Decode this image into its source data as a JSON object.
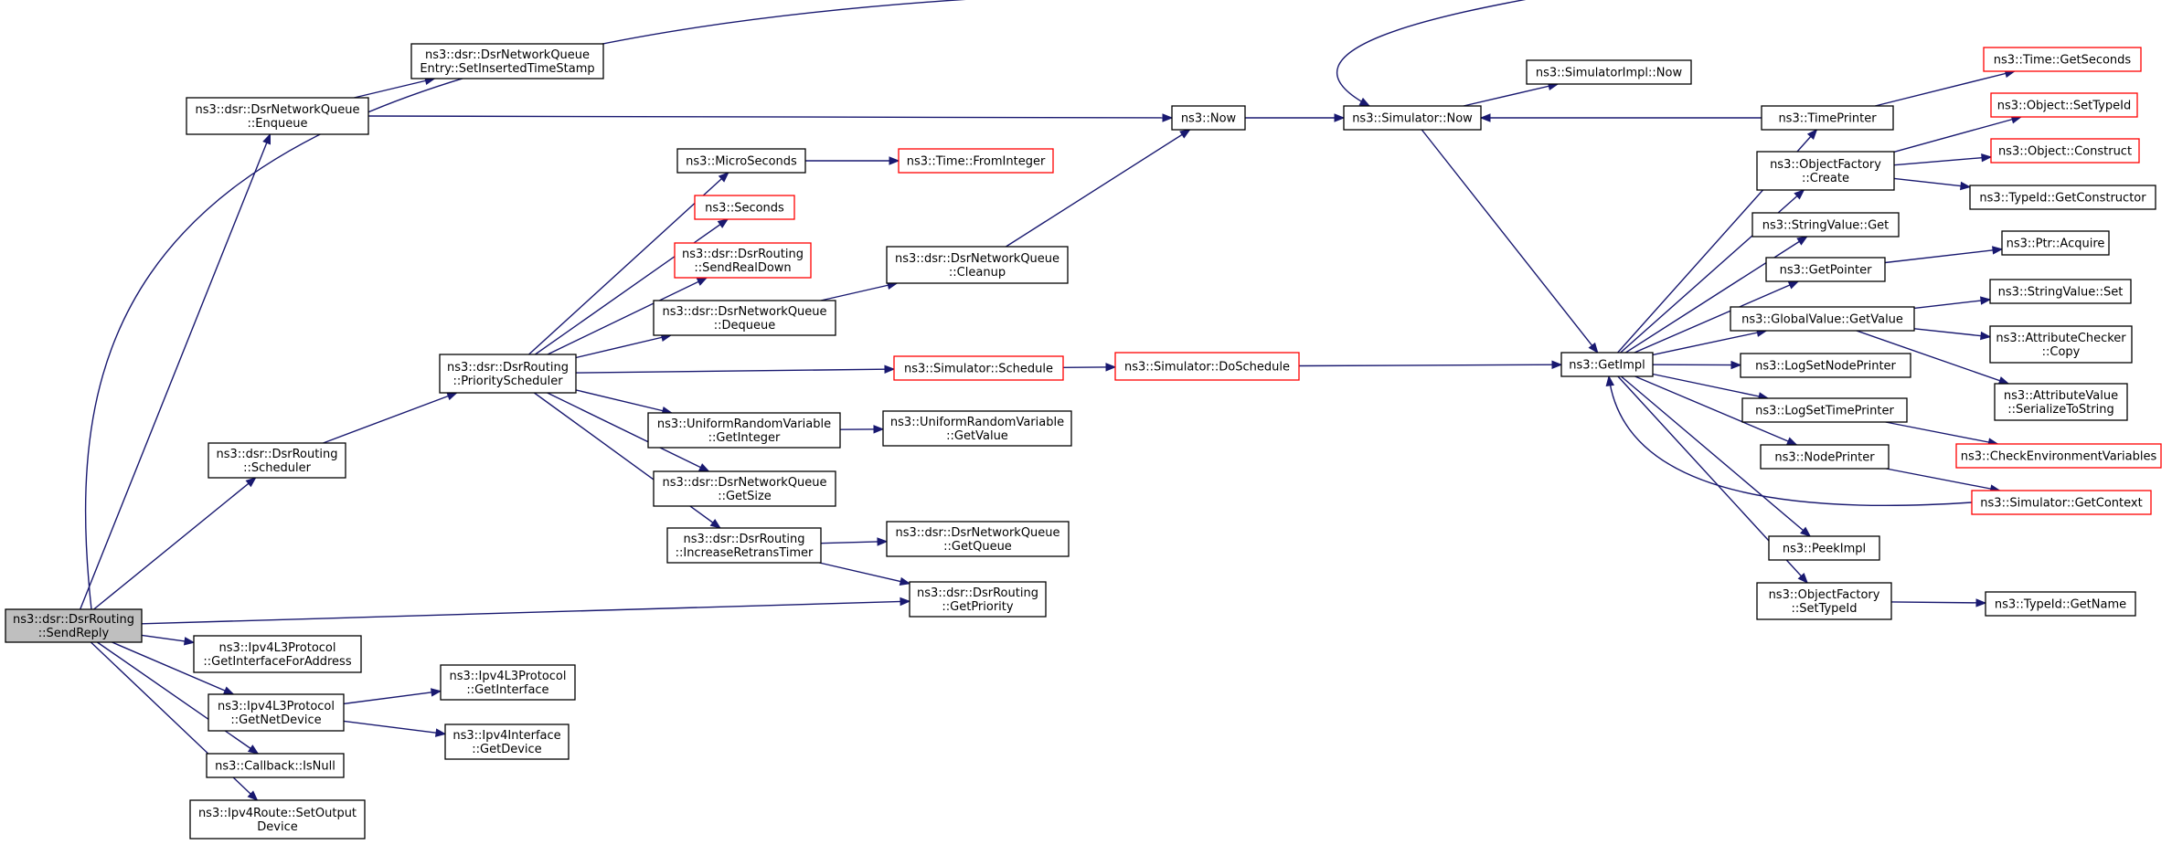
{
  "graph": {
    "edge_color": "#191970",
    "truncated_border_color": "#ff0000",
    "root_fill_color": "#bfbfbf",
    "nodes": [
      {
        "id": "sendreply",
        "lines": [
          "ns3::dsr::DsrRouting",
          "::SendReply"
        ],
        "root": true
      },
      {
        "id": "enqueue",
        "lines": [
          "ns3::dsr::DsrNetworkQueue",
          "::Enqueue"
        ]
      },
      {
        "id": "setinserted",
        "lines": [
          "ns3::dsr::DsrNetworkQueue",
          "Entry::SetInsertedTimeStamp"
        ]
      },
      {
        "id": "scheduler",
        "lines": [
          "ns3::dsr::DsrRouting",
          "::Scheduler"
        ]
      },
      {
        "id": "priosched",
        "lines": [
          "ns3::dsr::DsrRouting",
          "::PriorityScheduler"
        ]
      },
      {
        "id": "getifaddr",
        "lines": [
          "ns3::Ipv4L3Protocol",
          "::GetInterfaceForAddress"
        ]
      },
      {
        "id": "getnetdev",
        "lines": [
          "ns3::Ipv4L3Protocol",
          "::GetNetDevice"
        ]
      },
      {
        "id": "getiface",
        "lines": [
          "ns3::Ipv4L3Protocol",
          "::GetInterface"
        ]
      },
      {
        "id": "ifgetdev",
        "lines": [
          "ns3::Ipv4Interface",
          "::GetDevice"
        ]
      },
      {
        "id": "isnull",
        "lines": [
          "ns3::Callback::IsNull"
        ]
      },
      {
        "id": "setoutput",
        "lines": [
          "ns3::Ipv4Route::SetOutput",
          "Device"
        ]
      },
      {
        "id": "micro",
        "lines": [
          "ns3::MicroSeconds"
        ]
      },
      {
        "id": "frominteger",
        "lines": [
          "ns3::Time::FromInteger"
        ],
        "truncated": true
      },
      {
        "id": "seconds",
        "lines": [
          "ns3::Seconds"
        ],
        "truncated": true
      },
      {
        "id": "sendrealdown",
        "lines": [
          "ns3::dsr::DsrRouting",
          "::SendRealDown"
        ],
        "truncated": true
      },
      {
        "id": "dequeue",
        "lines": [
          "ns3::dsr::DsrNetworkQueue",
          "::Dequeue"
        ]
      },
      {
        "id": "cleanup",
        "lines": [
          "ns3::dsr::DsrNetworkQueue",
          "::Cleanup"
        ]
      },
      {
        "id": "schedule",
        "lines": [
          "ns3::Simulator::Schedule"
        ],
        "truncated": true
      },
      {
        "id": "doschedule",
        "lines": [
          "ns3::Simulator::DoSchedule"
        ],
        "truncated": true
      },
      {
        "id": "getinteger",
        "lines": [
          "ns3::UniformRandomVariable",
          "::GetInteger"
        ]
      },
      {
        "id": "getvalue_urv",
        "lines": [
          "ns3::UniformRandomVariable",
          "::GetValue"
        ]
      },
      {
        "id": "getsize",
        "lines": [
          "ns3::dsr::DsrNetworkQueue",
          "::GetSize"
        ]
      },
      {
        "id": "incretrans",
        "lines": [
          "ns3::dsr::DsrRouting",
          "::IncreaseRetransTimer"
        ]
      },
      {
        "id": "getqueue",
        "lines": [
          "ns3::dsr::DsrNetworkQueue",
          "::GetQueue"
        ]
      },
      {
        "id": "getpriority",
        "lines": [
          "ns3::dsr::DsrRouting",
          "::GetPriority"
        ]
      },
      {
        "id": "now",
        "lines": [
          "ns3::Now"
        ]
      },
      {
        "id": "simnow",
        "lines": [
          "ns3::Simulator::Now"
        ]
      },
      {
        "id": "simimplnow",
        "lines": [
          "ns3::SimulatorImpl::Now"
        ]
      },
      {
        "id": "getimpl",
        "lines": [
          "ns3::GetImpl"
        ]
      },
      {
        "id": "timeprinter",
        "lines": [
          "ns3::TimePrinter"
        ]
      },
      {
        "id": "getseconds",
        "lines": [
          "ns3::Time::GetSeconds"
        ],
        "truncated": true
      },
      {
        "id": "ofcreate",
        "lines": [
          "ns3::ObjectFactory",
          "::Create"
        ]
      },
      {
        "id": "settypeid",
        "lines": [
          "ns3::Object::SetTypeId"
        ],
        "truncated": true
      },
      {
        "id": "construct",
        "lines": [
          "ns3::Object::Construct"
        ],
        "truncated": true
      },
      {
        "id": "getconstructor",
        "lines": [
          "ns3::TypeId::GetConstructor"
        ]
      },
      {
        "id": "svget",
        "lines": [
          "ns3::StringValue::Get"
        ]
      },
      {
        "id": "getpointer",
        "lines": [
          "ns3::GetPointer"
        ]
      },
      {
        "id": "ptracquire",
        "lines": [
          "ns3::Ptr::Acquire"
        ]
      },
      {
        "id": "gvgetvalue",
        "lines": [
          "ns3::GlobalValue::GetValue"
        ]
      },
      {
        "id": "svset",
        "lines": [
          "ns3::StringValue::Set"
        ]
      },
      {
        "id": "accopy",
        "lines": [
          "ns3::AttributeChecker",
          "::Copy"
        ]
      },
      {
        "id": "avserialize",
        "lines": [
          "ns3::AttributeValue",
          "::SerializeToString"
        ]
      },
      {
        "id": "lognodeprinter",
        "lines": [
          "ns3::LogSetNodePrinter"
        ]
      },
      {
        "id": "logtimeprinter",
        "lines": [
          "ns3::LogSetTimePrinter"
        ]
      },
      {
        "id": "checkenv",
        "lines": [
          "ns3::CheckEnvironmentVariables"
        ],
        "truncated": true
      },
      {
        "id": "nodeprinter",
        "lines": [
          "ns3::NodePrinter"
        ]
      },
      {
        "id": "getcontext",
        "lines": [
          "ns3::Simulator::GetContext"
        ],
        "truncated": true
      },
      {
        "id": "peekimpl",
        "lines": [
          "ns3::PeekImpl"
        ]
      },
      {
        "id": "ofsettypeid",
        "lines": [
          "ns3::ObjectFactory",
          "::SetTypeId"
        ]
      },
      {
        "id": "getname",
        "lines": [
          "ns3::TypeId::GetName"
        ]
      }
    ],
    "edges": [
      [
        "sendreply",
        "simnow"
      ],
      [
        "sendreply",
        "enqueue"
      ],
      [
        "sendreply",
        "scheduler"
      ],
      [
        "sendreply",
        "getpriority"
      ],
      [
        "sendreply",
        "getifaddr"
      ],
      [
        "sendreply",
        "getnetdev"
      ],
      [
        "sendreply",
        "isnull"
      ],
      [
        "sendreply",
        "setoutput"
      ],
      [
        "enqueue",
        "setinserted"
      ],
      [
        "enqueue",
        "now"
      ],
      [
        "scheduler",
        "priosched"
      ],
      [
        "priosched",
        "micro"
      ],
      [
        "priosched",
        "seconds"
      ],
      [
        "priosched",
        "sendrealdown"
      ],
      [
        "priosched",
        "dequeue"
      ],
      [
        "priosched",
        "schedule"
      ],
      [
        "priosched",
        "getinteger"
      ],
      [
        "priosched",
        "getsize"
      ],
      [
        "priosched",
        "incretrans"
      ],
      [
        "getnetdev",
        "getiface"
      ],
      [
        "getnetdev",
        "ifgetdev"
      ],
      [
        "micro",
        "frominteger"
      ],
      [
        "dequeue",
        "cleanup"
      ],
      [
        "cleanup",
        "now"
      ],
      [
        "schedule",
        "doschedule"
      ],
      [
        "doschedule",
        "getimpl"
      ],
      [
        "getinteger",
        "getvalue_urv"
      ],
      [
        "incretrans",
        "getqueue"
      ],
      [
        "incretrans",
        "getpriority"
      ],
      [
        "now",
        "simnow"
      ],
      [
        "simnow",
        "simimplnow"
      ],
      [
        "simnow",
        "getimpl"
      ],
      [
        "timeprinter",
        "simnow"
      ],
      [
        "timeprinter",
        "getseconds"
      ],
      [
        "getimpl",
        "timeprinter"
      ],
      [
        "getimpl",
        "ofcreate"
      ],
      [
        "getimpl",
        "svget"
      ],
      [
        "getimpl",
        "getpointer"
      ],
      [
        "getimpl",
        "gvgetvalue"
      ],
      [
        "getimpl",
        "lognodeprinter"
      ],
      [
        "getimpl",
        "logtimeprinter"
      ],
      [
        "getimpl",
        "nodeprinter"
      ],
      [
        "getimpl",
        "peekimpl"
      ],
      [
        "getimpl",
        "ofsettypeid"
      ],
      [
        "ofcreate",
        "settypeid"
      ],
      [
        "ofcreate",
        "construct"
      ],
      [
        "ofcreate",
        "getconstructor"
      ],
      [
        "getpointer",
        "ptracquire"
      ],
      [
        "gvgetvalue",
        "svset"
      ],
      [
        "gvgetvalue",
        "accopy"
      ],
      [
        "gvgetvalue",
        "avserialize"
      ],
      [
        "logtimeprinter",
        "checkenv"
      ],
      [
        "nodeprinter",
        "getcontext"
      ],
      [
        "getcontext",
        "getimpl"
      ],
      [
        "ofsettypeid",
        "getname"
      ]
    ]
  }
}
